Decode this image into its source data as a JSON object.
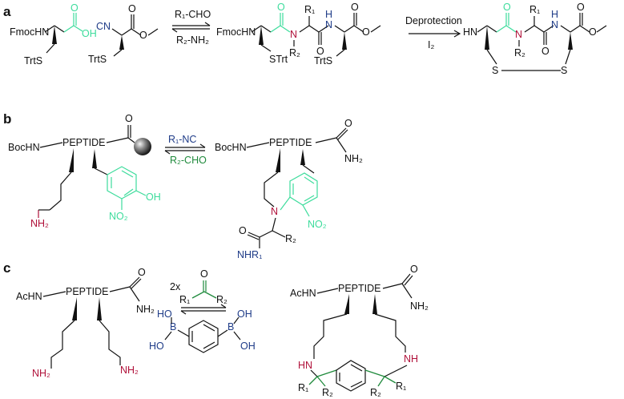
{
  "panels": {
    "a": "a",
    "b": "b",
    "c": "c"
  },
  "panel_a": {
    "fmoc_nh": "FmocHN",
    "oh": "OH",
    "o_acid": "O",
    "cn": "CN",
    "o_ester": "O",
    "trts_left": "TrtS",
    "trts_mid": "TrtS",
    "reagent_top": "R₁-CHO",
    "reagent_bottom": "R₂-NH₂",
    "prod_fmoc": "FmocHN",
    "o1": "O",
    "n_r2": "N",
    "r2": "R₂",
    "r1": "R₁",
    "h_n": "H",
    "n2": "N",
    "o2": "O",
    "o3": "O",
    "strt": "STrt",
    "trts_prod": "TrtS",
    "deprotection": "Deprotection",
    "i2": "I₂",
    "cyc_hn": "HN",
    "cyc_o1": "O",
    "cyc_n": "N",
    "cyc_r2": "R₂",
    "cyc_r1": "R₁",
    "cyc_h": "H",
    "cyc_n2": "N",
    "cyc_o2": "O",
    "cyc_o3": "O",
    "cyc_s1": "S",
    "cyc_s2": "S"
  },
  "panel_b": {
    "bochn": "BocHN",
    "peptide": "PEPTIDE",
    "nh2": "NH₂",
    "oh": "OH",
    "no2": "NO₂",
    "o": "O",
    "reagent_top": "R₁-NC",
    "reagent_bottom": "R₂-CHO",
    "prod_bochn": "BocHN",
    "prod_peptide": "PEPTIDE",
    "prod_o": "O",
    "prod_nh2": "NH₂",
    "prod_n": "N",
    "prod_no2": "NO₂",
    "prod_o2": "O",
    "prod_r2": "R₂",
    "prod_nhr1": "NHR₁"
  },
  "panel_c": {
    "achn": "AcHN",
    "peptide": "PEPTIDE",
    "o": "O",
    "nh2_amide": "NH₂",
    "nh2_left": "NH₂",
    "nh2_right": "NH₂",
    "two_x": "2x",
    "ketone_o": "O",
    "r1": "R₁",
    "r2": "R₂",
    "b_left": "B",
    "b_right": "B",
    "ho_left": "HO",
    "ho_left2": "HO",
    "oh_right": "OH",
    "oh_right2": "OH",
    "prod_achn": "AcHN",
    "prod_peptide": "PEPTIDE",
    "prod_o": "O",
    "prod_nh2": "NH₂",
    "prod_hn": "HN",
    "prod_nh": "NH",
    "prod_r1a": "R₁",
    "prod_r2a": "R₂",
    "prod_r2b": "R₂",
    "prod_r1b": "R₁"
  }
}
